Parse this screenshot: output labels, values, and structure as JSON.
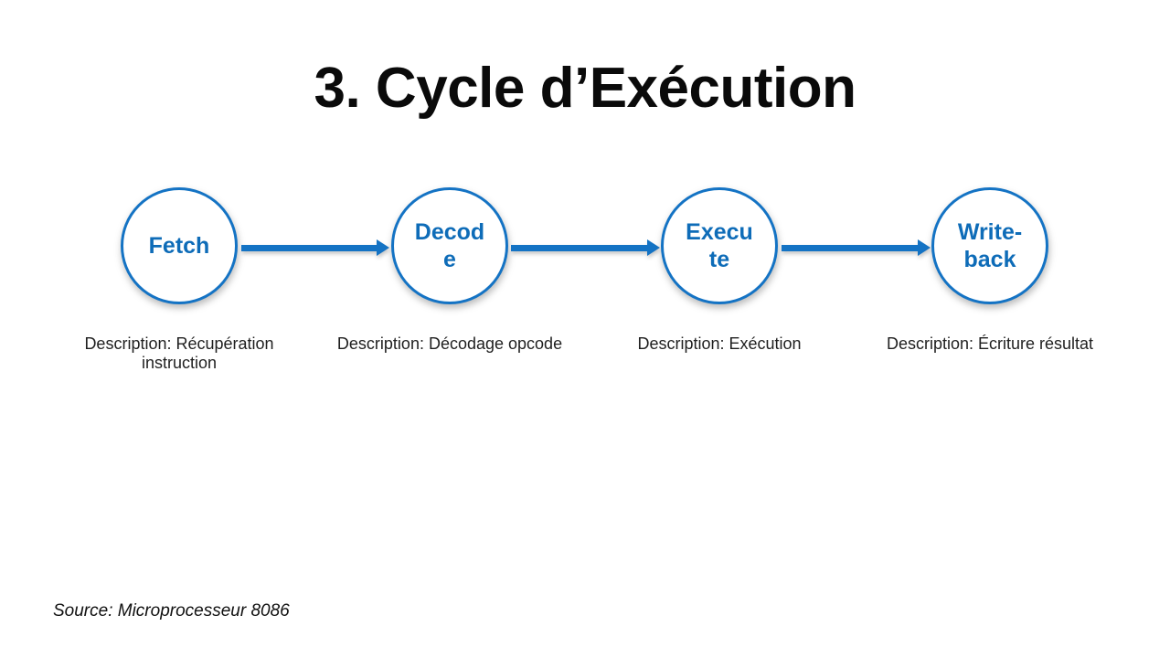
{
  "slide": {
    "title": "3. Cycle d’Exécution",
    "background_color": "#ffffff",
    "accent_color": "#1473c4",
    "label_color": "#0e6cb8",
    "text_color": "#1f1f1f",
    "source_note": "Source: Microprocesseur 8086"
  },
  "diagram": {
    "type": "linear-flow",
    "nodes": [
      {
        "label": "Fetch",
        "caption": "Description: Récupération instruction"
      },
      {
        "label": "Decode",
        "caption": "Description: Décodage opcode"
      },
      {
        "label": "Execute",
        "caption": "Description: Exécution"
      },
      {
        "label": "Write-back",
        "caption": "Description: Écriture résultat"
      }
    ],
    "connectors": [
      {
        "from": "Fetch",
        "to": "Decode"
      },
      {
        "from": "Decode",
        "to": "Execute"
      },
      {
        "from": "Execute",
        "to": "Write-back"
      }
    ]
  }
}
